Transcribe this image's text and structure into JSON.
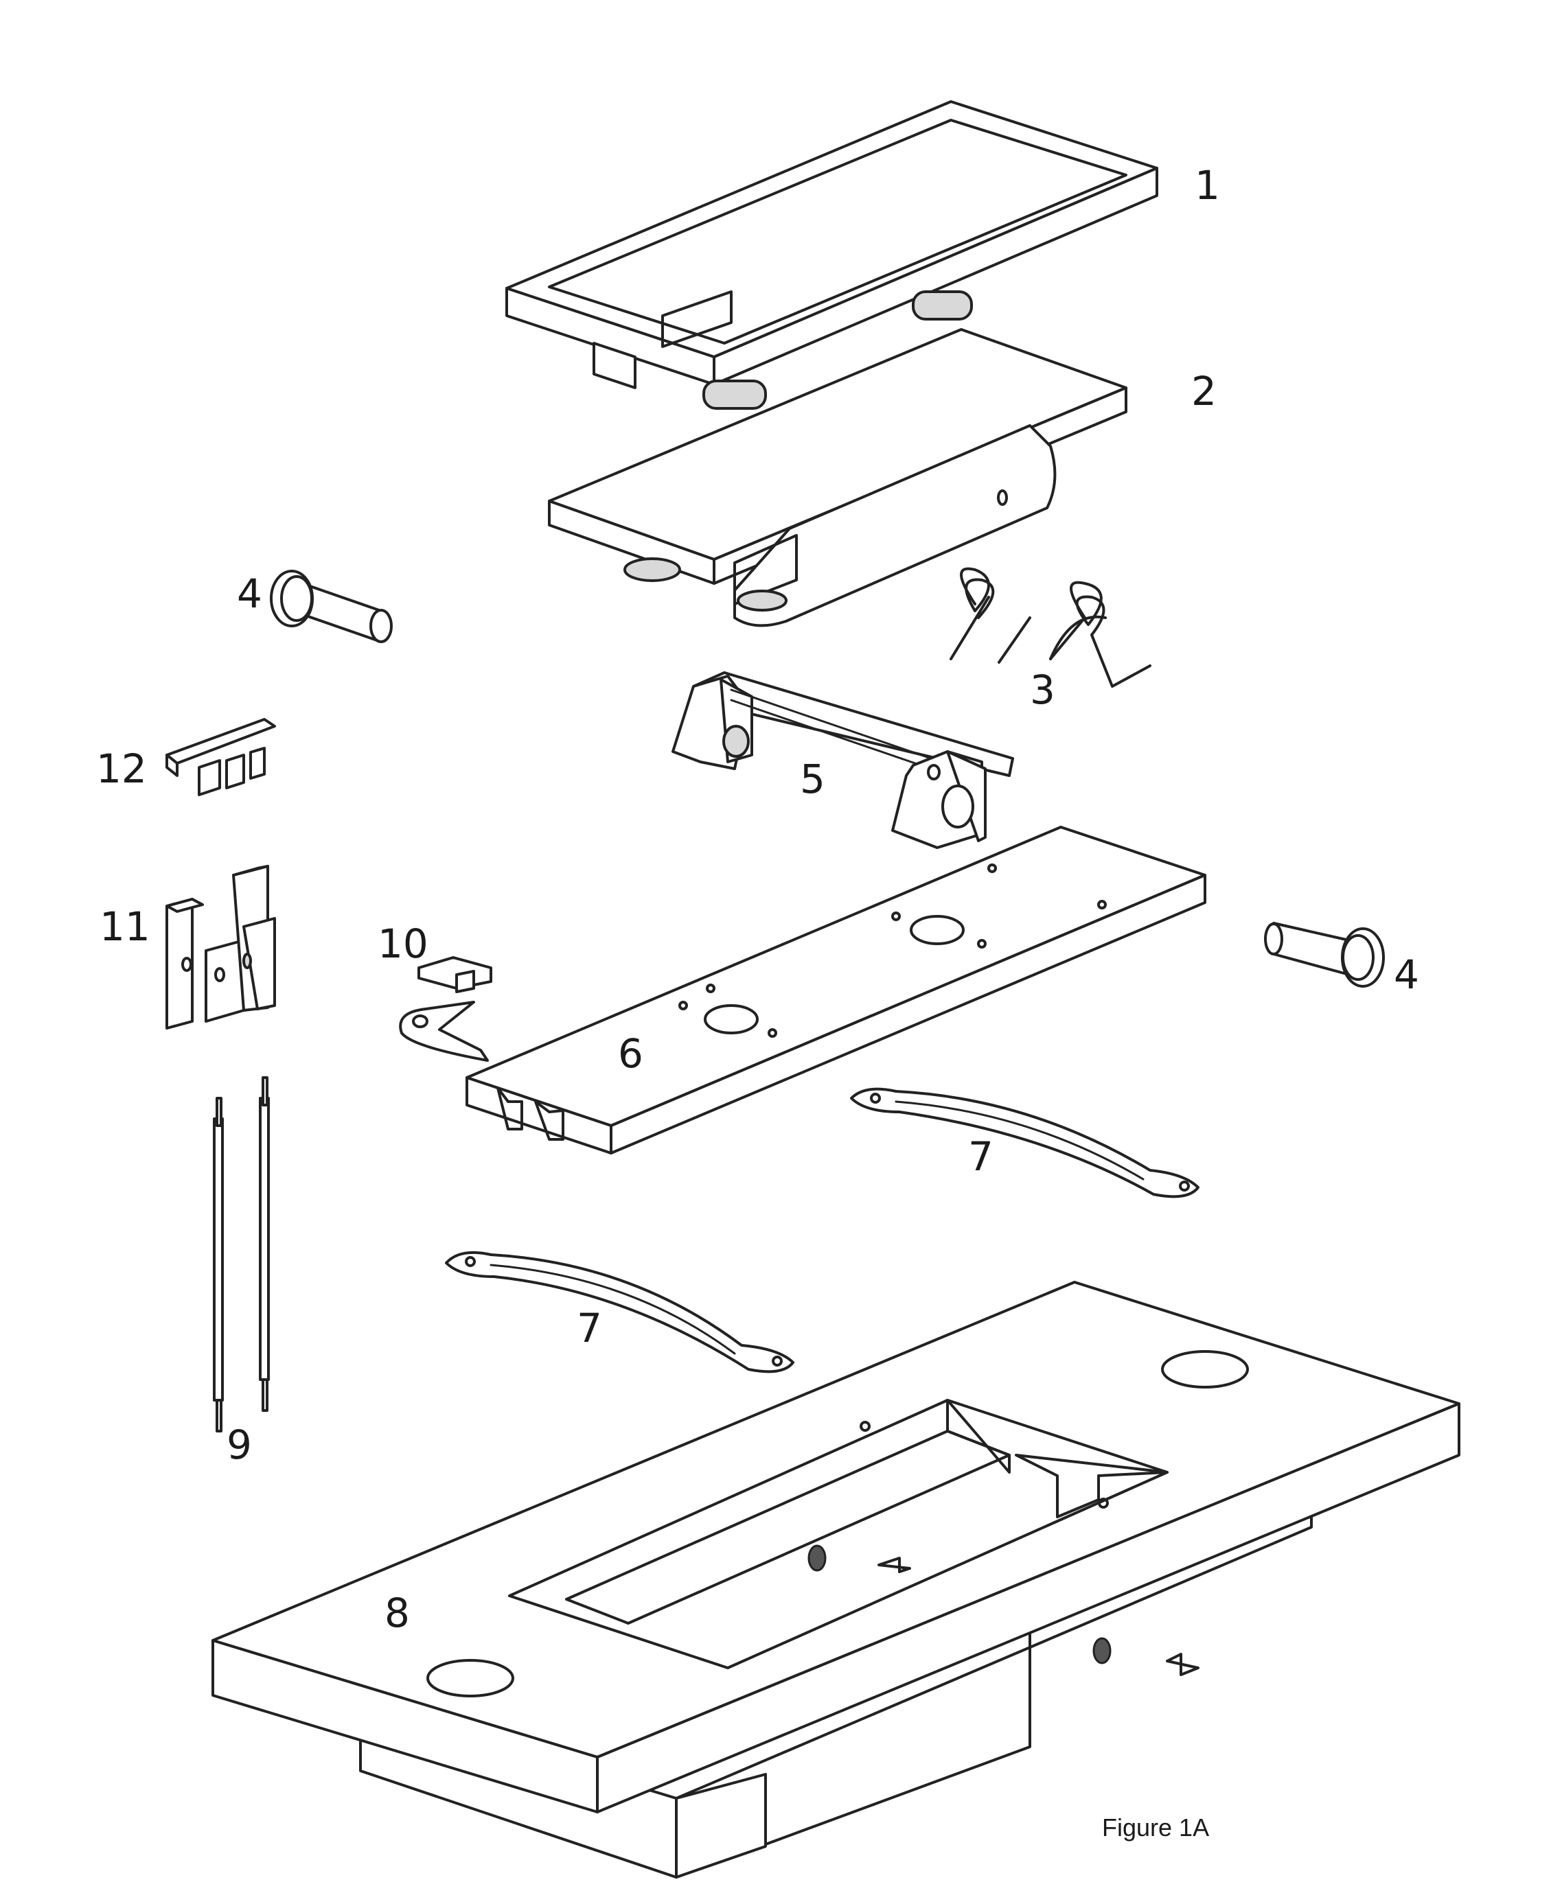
{
  "figure": {
    "caption": "Figure 1A",
    "labels": {
      "part_1": "1",
      "part_2": "2",
      "part_3": "3",
      "part_4_left": "4",
      "part_4_right": "4",
      "part_5": "5",
      "part_6": "6",
      "part_7_upper": "7",
      "part_7_lower": "7",
      "part_8": "8",
      "part_9": "9",
      "part_10": "10",
      "part_11": "11",
      "part_12": "12"
    }
  }
}
